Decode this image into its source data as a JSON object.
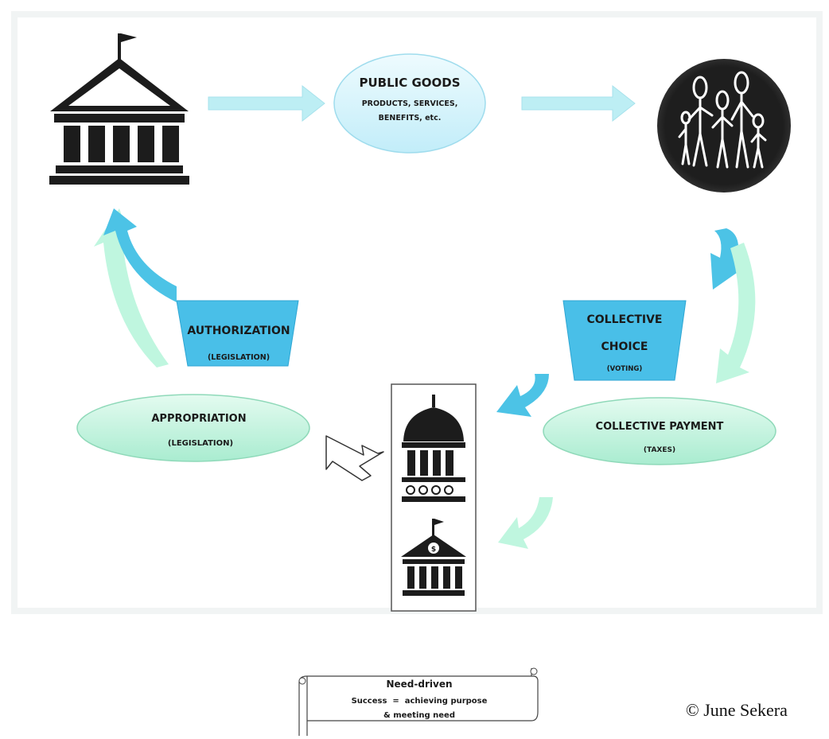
{
  "diagram": {
    "public_goods": {
      "title": "PUBLIC GOODS",
      "line1": "PRODUCTS, SERVICES,",
      "line2": "BENEFITS, etc."
    },
    "authorization": {
      "title": "AUTHORIZATION",
      "sub": "(LEGISLATION)"
    },
    "collective_choice": {
      "line1": "COLLECTIVE",
      "line2": "CHOICE",
      "sub": "(VOTING)"
    },
    "appropriation": {
      "title": "APPROPRIATION",
      "sub": "(LEGISLATION)"
    },
    "collective_payment": {
      "title": "COLLECTIVE PAYMENT",
      "sub": "(TAXES)"
    },
    "scroll": {
      "title": "Need-driven",
      "line1": "Success  =  achieving purpose",
      "line2": "& meeting need"
    }
  },
  "copyright": "© June Sekera",
  "colors": {
    "arrow_light": "#bdeef4",
    "arrow_blue": "#4cc3e6",
    "arrow_mint": "#bff6df",
    "trapezoid": "#49bfe8",
    "ellipse_green": "#c3f4de",
    "ellipse_blue": "#d6f3fb",
    "icon_dark": "#1c1c1c"
  }
}
